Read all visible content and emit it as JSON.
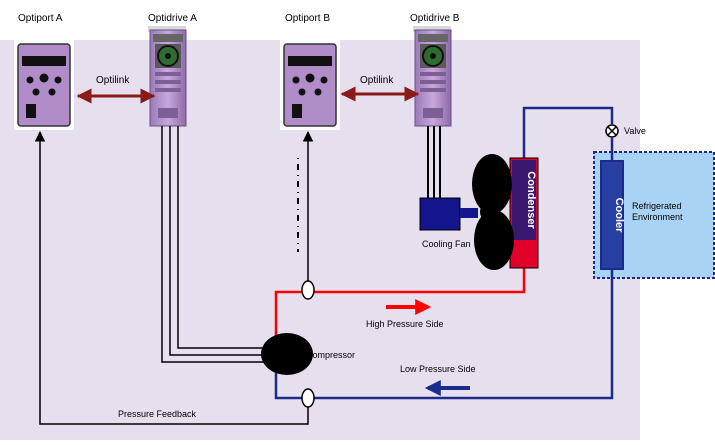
{
  "labels": {
    "optiport_a": "Optiport A",
    "optidrive_a": "Optidrive A",
    "optiport_b": "Optiport B",
    "optidrive_b": "Optidrive B",
    "optilink_a": "Optilink",
    "optilink_b": "Optilink",
    "valve": "Valve",
    "refrigerated_environment_line1": "Refrigerated",
    "refrigerated_environment_line2": "Environment",
    "cooling_fan": "Cooling Fan",
    "high_pressure_side": "High Pressure Side",
    "compressor": "Compressor",
    "low_pressure_side": "Low Pressure Side",
    "pressure_feedback": "Pressure Feedback",
    "condenser": "Condenser",
    "cooler": "Cooler"
  },
  "colors": {
    "background": "#e6e0ee",
    "high_pressure": "#ff0000",
    "low_pressure": "#1c2a8c",
    "optilink_arrow": "#8b1a1a",
    "refrigerated_zone": "#a9d3f5",
    "device_purple": "#b08cc8"
  }
}
